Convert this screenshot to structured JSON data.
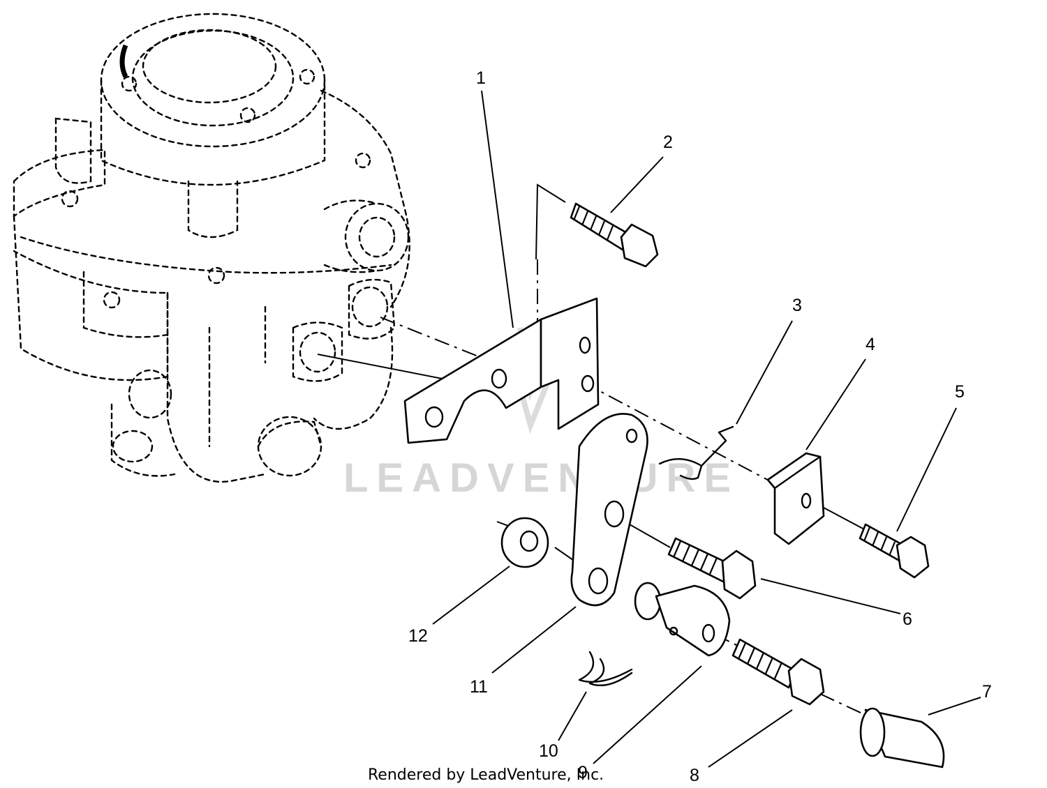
{
  "watermark": {
    "text": "LEADVENTURE"
  },
  "credit": {
    "text": "Rendered by LeadVenture, Inc."
  },
  "callouts": {
    "c1": "1",
    "c2": "2",
    "c3": "3",
    "c4": "4",
    "c5": "5",
    "c6": "6",
    "c7": "7",
    "c8": "8",
    "c9": "9",
    "c10": "10",
    "c11": "11",
    "c12": "12"
  },
  "icons": {
    "carburetor": "carburetor-ghost-outline",
    "bracket": "mounting-bracket",
    "screw": "hex-screw",
    "spring": "wire-spring",
    "clamp": "cable-clamp",
    "link": "throttle-link-plate",
    "swivel": "swivel-stop",
    "cap": "end-cap",
    "clip": "hairpin-clip",
    "washer": "flat-washer"
  },
  "colors": {
    "ink": "#000000",
    "paper": "#ffffff",
    "watermark": "#d6d6d6"
  }
}
